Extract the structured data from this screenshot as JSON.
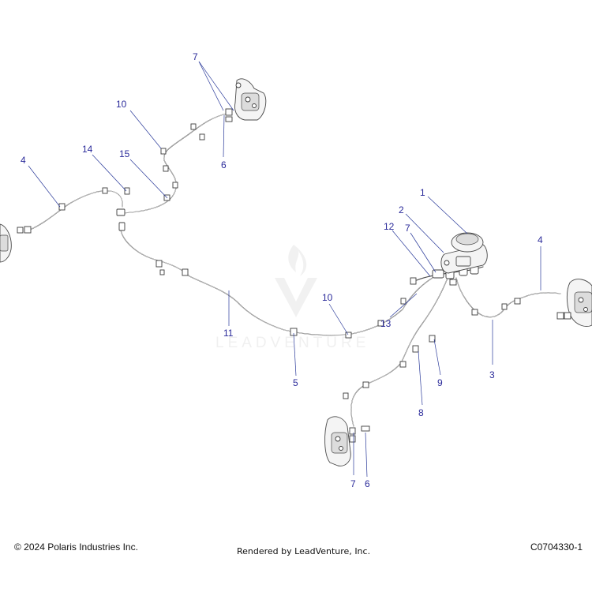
{
  "watermark": {
    "text": "LEADVENTURE"
  },
  "footer": {
    "copyright": "© 2024 Polaris Industries Inc.",
    "rendered_by": "Rendered by LeadVenture, Inc.",
    "diagram_code": "C0704330-1"
  },
  "callouts": [
    {
      "id": "c1",
      "label": "1"
    },
    {
      "id": "c2",
      "label": "2"
    },
    {
      "id": "c3",
      "label": "3"
    },
    {
      "id": "c4a",
      "label": "4"
    },
    {
      "id": "c4b",
      "label": "4"
    },
    {
      "id": "c5",
      "label": "5"
    },
    {
      "id": "c6a",
      "label": "6"
    },
    {
      "id": "c6b",
      "label": "6"
    },
    {
      "id": "c7a",
      "label": "7"
    },
    {
      "id": "c7b",
      "label": "7"
    },
    {
      "id": "c7c",
      "label": "7"
    },
    {
      "id": "c8",
      "label": "8"
    },
    {
      "id": "c9",
      "label": "9"
    },
    {
      "id": "c10a",
      "label": "10"
    },
    {
      "id": "c10b",
      "label": "10"
    },
    {
      "id": "c11",
      "label": "11"
    },
    {
      "id": "c12",
      "label": "12"
    },
    {
      "id": "c13",
      "label": "13"
    },
    {
      "id": "c14",
      "label": "14"
    },
    {
      "id": "c15",
      "label": "15"
    }
  ]
}
